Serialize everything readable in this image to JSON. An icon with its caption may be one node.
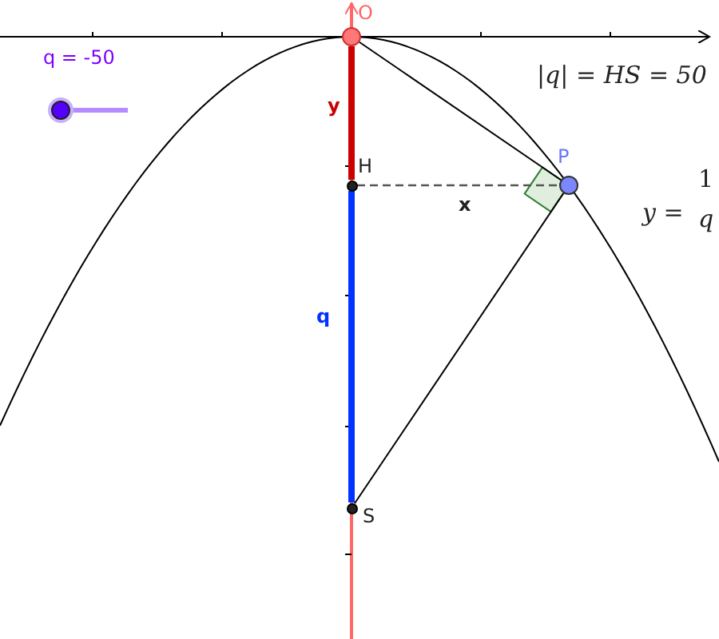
{
  "diagram": {
    "nodes": [
      {
        "text": [
          "O"
        ]
      },
      {
        "text": [
          "H"
        ]
      },
      {
        "text": [
          "P"
        ]
      },
      {
        "text": [
          "S"
        ]
      }
    ],
    "edges": [
      {
        "from": 0,
        "to": 1,
        "arrow": "none",
        "label": "y",
        "style": "thick",
        "color": "#cc0000"
      },
      {
        "from": 1,
        "to": 3,
        "arrow": "none",
        "label": "q",
        "style": "thick",
        "color": "#0033ff"
      },
      {
        "from": 1,
        "to": 2,
        "arrow": "none",
        "label": "x",
        "style": "dashed",
        "color": "#555555"
      },
      {
        "from": 0,
        "to": 2,
        "arrow": "none"
      },
      {
        "from": 2,
        "to": 3,
        "arrow": "none"
      }
    ],
    "labels": [
      "q = -50",
      "|q| = HS = 50",
      "y =",
      "1",
      "q"
    ]
  }
}
